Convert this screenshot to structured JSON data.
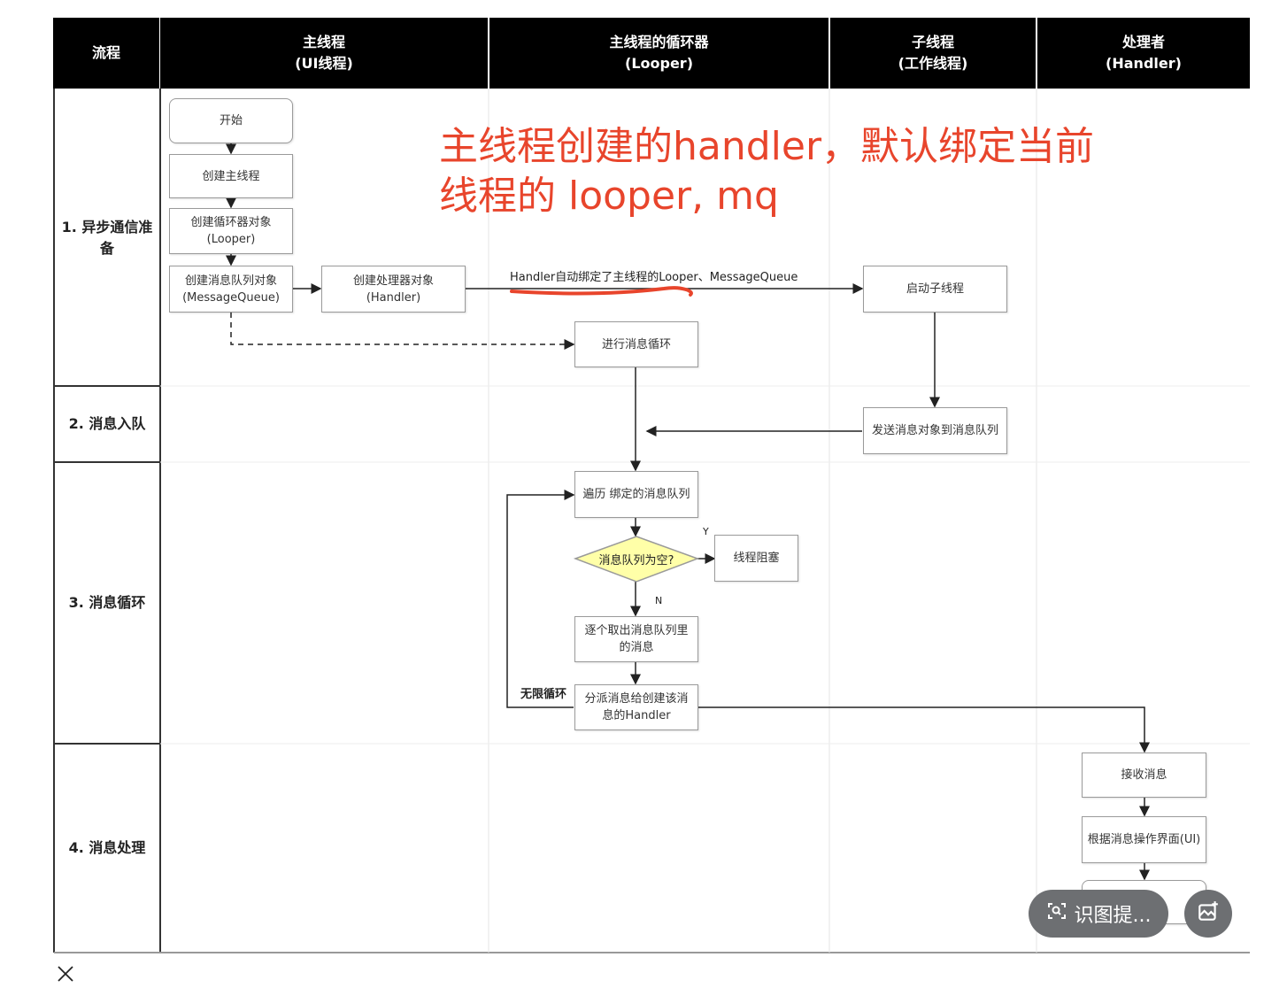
{
  "header": {
    "col_process": "流程",
    "col_main": [
      "主线程",
      "(UI线程)"
    ],
    "col_looper": [
      "主线程的循环器",
      "(Looper)"
    ],
    "col_child": [
      "子线程",
      "(工作线程)"
    ],
    "col_handler": [
      "处理者",
      "(Handler)"
    ]
  },
  "lanes": {
    "lane1": [
      "1. 异步通信准",
      "备"
    ],
    "lane2": "2. 消息入队",
    "lane3": "3. 消息循环",
    "lane4": "4. 消息处理"
  },
  "nodes": {
    "start": "开始",
    "create_main": "创建主线程",
    "create_looper": [
      "创建循环器对象",
      "(Looper)"
    ],
    "create_mq": [
      "创建消息队列对象",
      "(MessageQueue)"
    ],
    "create_handler": [
      "创建处理器对象",
      "(Handler)"
    ],
    "start_child": "启动子线程",
    "enter_loop": "进行消息循环",
    "send_msg": "发送消息对象到消息队列",
    "traverse": "遍历 绑定的消息队列",
    "is_empty": "消息队列为空?",
    "blocked": "线程阻塞",
    "take_msg": [
      "逐个取出消息队列里",
      "的消息"
    ],
    "dispatch": [
      "分派消息给创建该消",
      "息的Handler"
    ],
    "receive": "接收消息",
    "update_ui": "根据消息操作界面(UI)"
  },
  "edge_labels": {
    "handler_binding": "Handler自动绑定了主线程的Looper、MessageQueue",
    "yes": "Y",
    "no": "N",
    "infinite_loop": "无限循环"
  },
  "annotation": {
    "line1": "主线程创建的handler，默认绑定当前",
    "line2": "线程的 looper, mq"
  },
  "overlay": {
    "ocr_button": "识图提...",
    "scan_icon": "scan-text-icon",
    "image_edit_icon": "image-edit-icon",
    "close_icon": "close-icon"
  },
  "colors": {
    "header_bg": "#000000",
    "annotation": "#e8452c",
    "decision_fill": "#ffffa8",
    "overlay_button": "#6d6f72"
  }
}
